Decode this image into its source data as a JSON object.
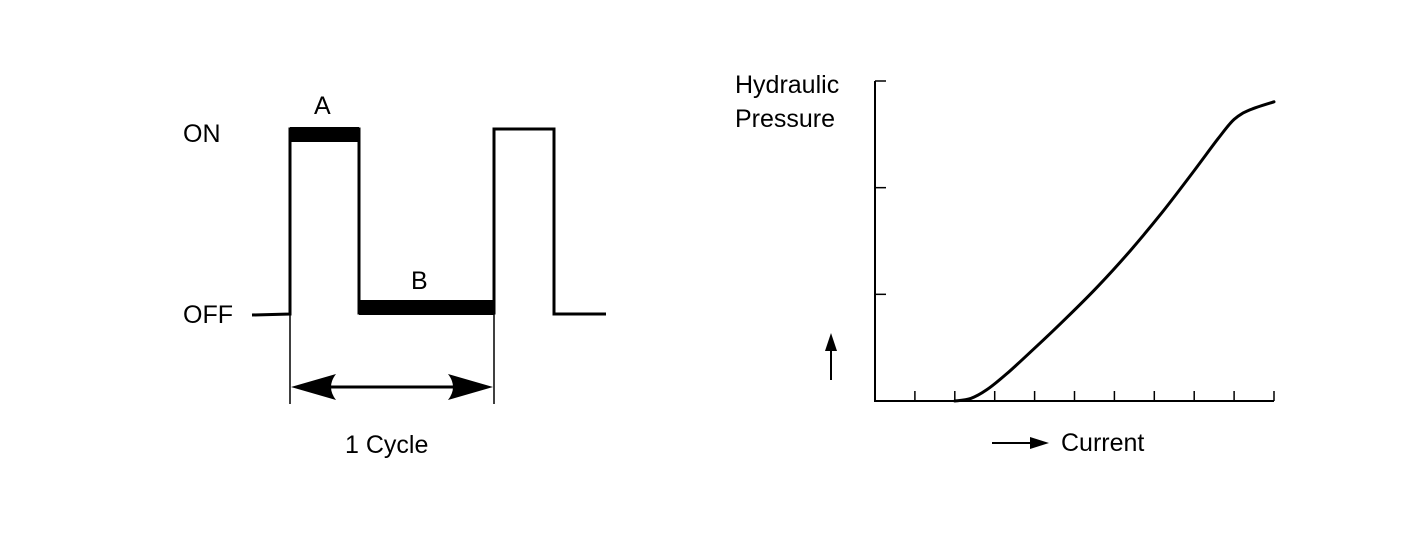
{
  "duty_cycle": {
    "on_label": "ON",
    "off_label": "OFF",
    "a_label": "A",
    "b_label": "B",
    "cycle_label": "1 Cycle"
  },
  "pressure_chart": {
    "y_label_line1": "Hydraulic",
    "y_label_line2": "Pressure",
    "x_label": "Current",
    "x_ticks": 10,
    "y_ticks": 3,
    "curve": [
      [
        0.2,
        0.0
      ],
      [
        0.24,
        0.008
      ],
      [
        0.28,
        0.035
      ],
      [
        0.33,
        0.085
      ],
      [
        0.4,
        0.165
      ],
      [
        0.48,
        0.26
      ],
      [
        0.56,
        0.36
      ],
      [
        0.64,
        0.47
      ],
      [
        0.72,
        0.59
      ],
      [
        0.8,
        0.72
      ],
      [
        0.86,
        0.82
      ],
      [
        0.9,
        0.88
      ],
      [
        0.94,
        0.91
      ],
      [
        1.0,
        0.935
      ]
    ]
  },
  "colors": {
    "ink": "#000000",
    "background": "#ffffff"
  }
}
